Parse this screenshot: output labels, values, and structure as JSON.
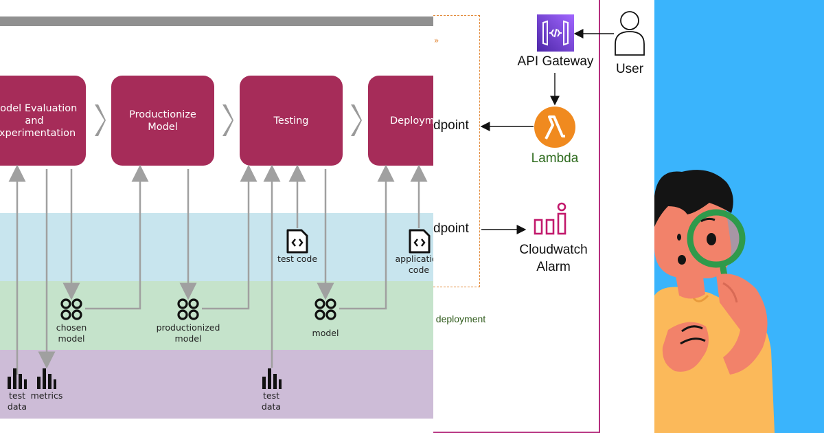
{
  "left": {
    "stages": [
      {
        "label": "Model Evaluation and Experimentation"
      },
      {
        "label": "Productionize Model"
      },
      {
        "label": "Testing"
      },
      {
        "label": "Deployment"
      }
    ],
    "artifacts": {
      "test_code": "test code",
      "application_code": "application code",
      "chosen_model": "chosen model",
      "productionized_model": "productionized model",
      "model": "model",
      "test_data_1": "test data",
      "metrics": "metrics",
      "test_data_2": "test data"
    },
    "colors": {
      "stage": "#a62c59",
      "band_code": "#c8e5ee",
      "band_models": "#c5e3cb",
      "band_data": "#cdbcd7",
      "top_bar": "#909090"
    },
    "icons": [
      "code-file-icon",
      "model-icon",
      "bar-chart-icon",
      "chevron-right-icon"
    ]
  },
  "middle": {
    "api_gateway": "API Gateway",
    "user": "User",
    "lambda": "Lambda",
    "endpoint_top": "dpoint",
    "endpoint_bottom": "dpoint",
    "cloudwatch_line1": "Cloudwatch",
    "cloudwatch_line2": "Alarm",
    "deployment_note": "/ deployment",
    "orange_mark": "»",
    "colors": {
      "api_gateway": "#8a4ff0",
      "lambda": "#f08a1f",
      "lambda_text": "#2e6b1e",
      "cloudwatch": "#c2196c",
      "frame": "#b52f7e",
      "dashed": "#e28a3a"
    },
    "icons": [
      "api-gateway-icon",
      "lambda-icon",
      "cloudwatch-icon",
      "user-icon"
    ]
  },
  "right": {
    "background": "#3ab4fc",
    "icons": [
      "person-illustration",
      "magnifier-icon"
    ]
  }
}
